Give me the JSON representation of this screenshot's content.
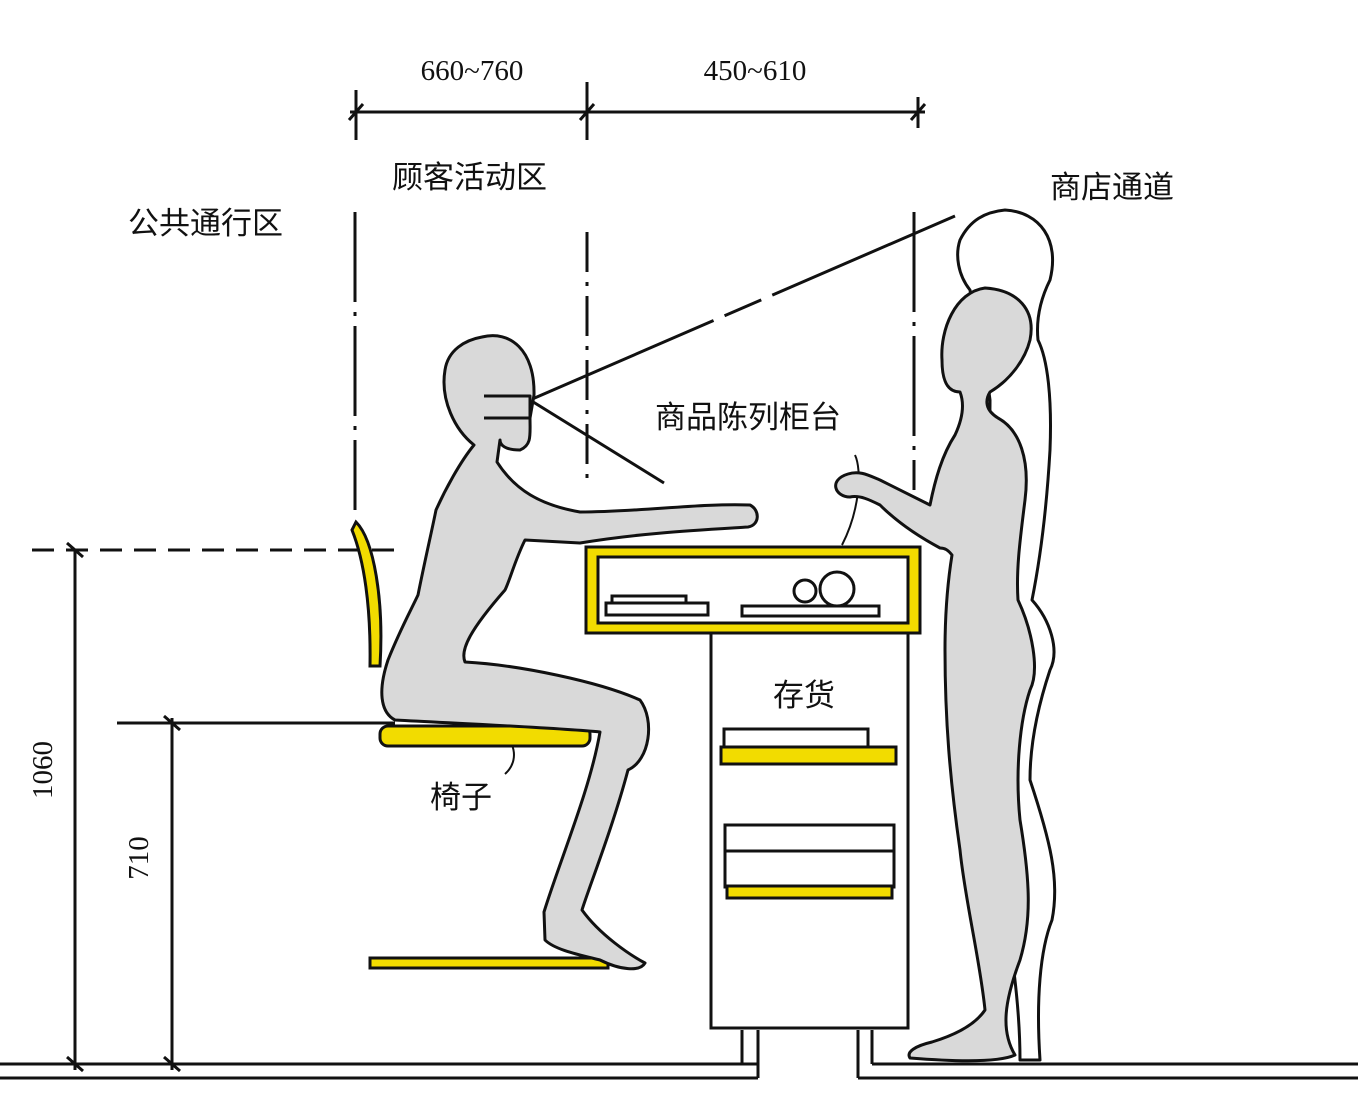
{
  "dimensions": {
    "top_left": "660~760",
    "top_right": "450~610",
    "height_total": "1060",
    "height_seat": "710"
  },
  "labels": {
    "public_area": "公共通行区",
    "customer_area": "顾客活动区",
    "store_aisle": "商店通道",
    "display_counter": "商品陈列柜台",
    "storage": "存货",
    "chair": "椅子"
  },
  "colors": {
    "accent_yellow": "#f2dc00",
    "figure_fill": "#d9d9d9",
    "line": "#111111"
  }
}
